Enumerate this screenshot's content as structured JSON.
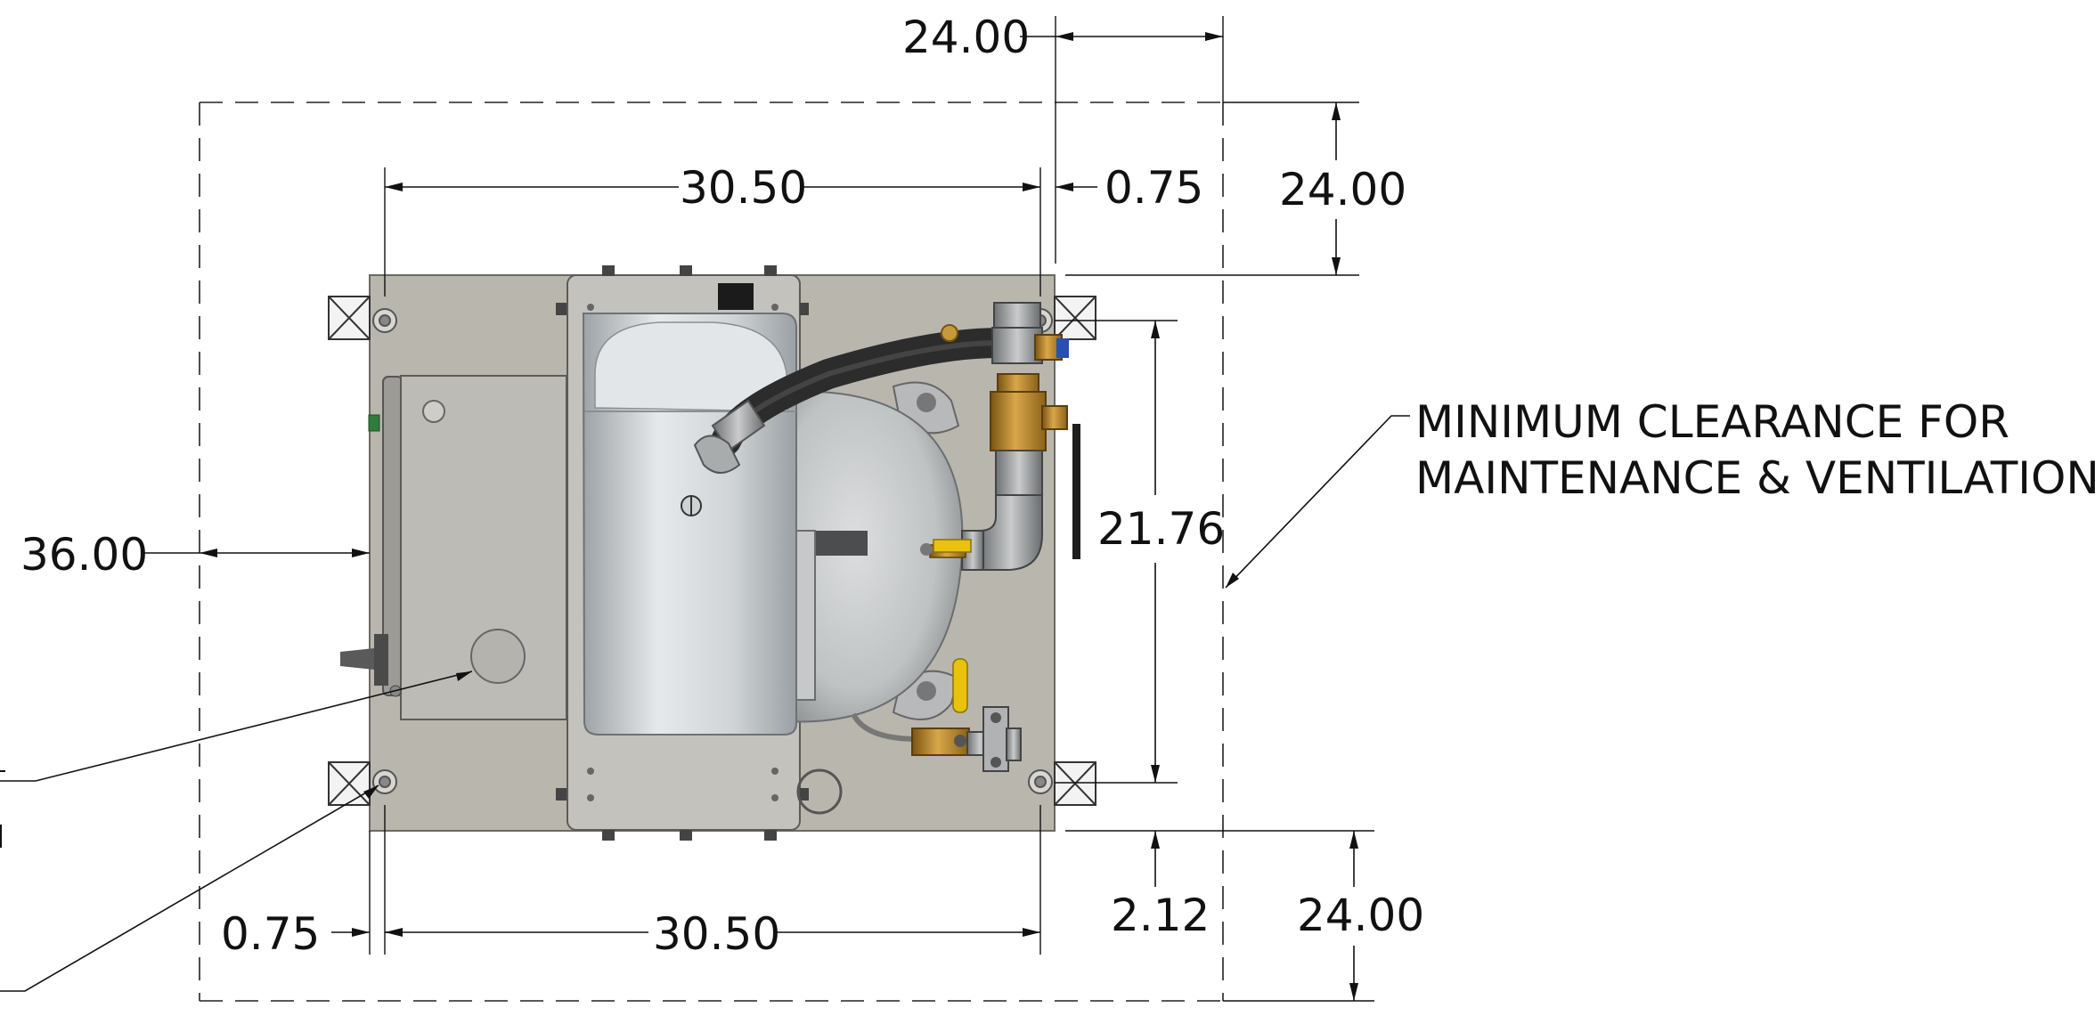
{
  "dimensions": {
    "top_clearance_upper": "24.00",
    "top_width": "30.50",
    "top_offset": "0.75",
    "right_top_clearance": "24.00",
    "left_clearance": "36.00",
    "mount_height": "21.76",
    "bottom_offset_left": "0.75",
    "bottom_width": "30.50",
    "bottom_offset_right": "2.12",
    "bottom_clearance": "24.00"
  },
  "note": {
    "line1": "MINIMUM CLEARANCE FOR",
    "line2": "MAINTENANCE & VENTILATION"
  },
  "colors": {
    "base_plate": "#b9b6ae",
    "hood": "#d7dadc",
    "tank": "#c3c5c6",
    "brass": "#b8862e",
    "handle_yellow": "#e9c20e",
    "hose": "#2c2c2c"
  }
}
